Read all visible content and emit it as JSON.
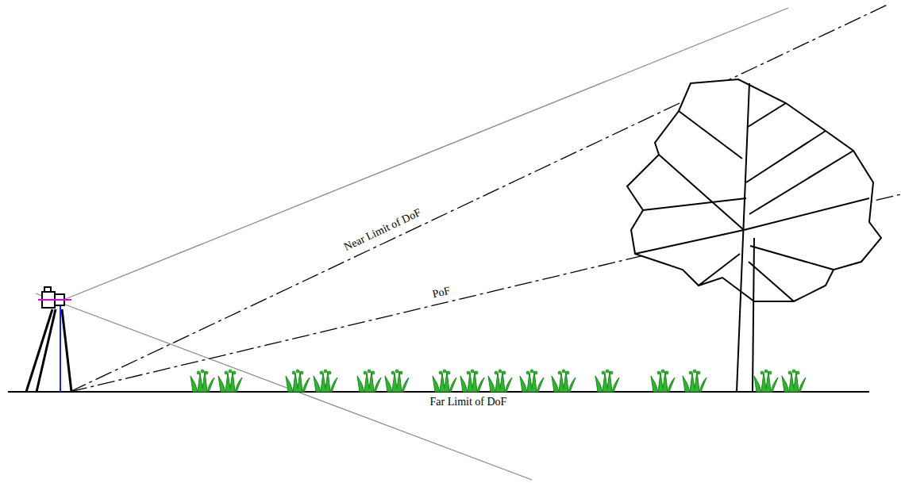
{
  "diagram": {
    "labels": [
      "Near Limit of DoF",
      "PoF",
      "Far Limit of DoF"
    ]
  }
}
